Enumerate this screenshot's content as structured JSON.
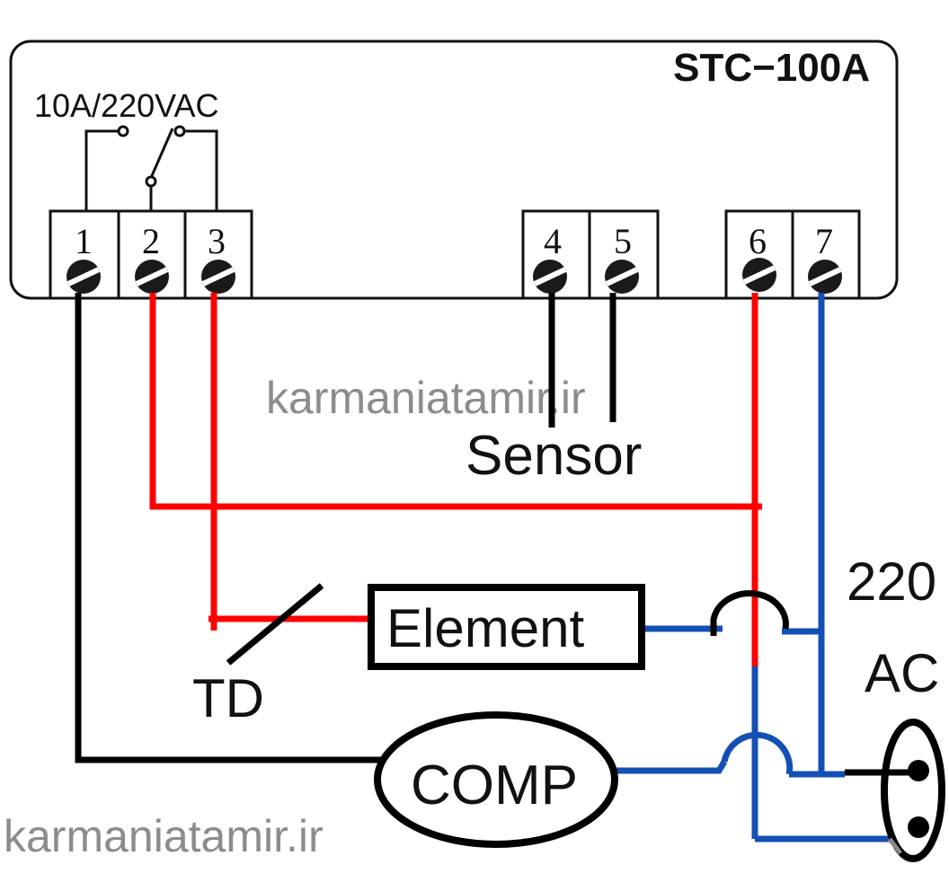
{
  "controller": {
    "model": "STC−100A",
    "relay_rating": "10A/220VAC",
    "terminals": [
      {
        "number": "1"
      },
      {
        "number": "2"
      },
      {
        "number": "3"
      },
      {
        "number": "4"
      },
      {
        "number": "5"
      },
      {
        "number": "6"
      },
      {
        "number": "7"
      }
    ]
  },
  "labels": {
    "sensor": "Sensor",
    "element": "Element",
    "td": "TD",
    "comp": "COMP",
    "supply_line1": "220",
    "supply_line2": "AC"
  },
  "watermarks": {
    "center": "karmaniatamir.ir",
    "bottom_left": "karmaniatamir.ir"
  },
  "colors": {
    "live_wire": "#ff0000",
    "neutral_wire": "#1450b4",
    "signal_wire": "#000000",
    "watermark": "#8c8c8c"
  }
}
